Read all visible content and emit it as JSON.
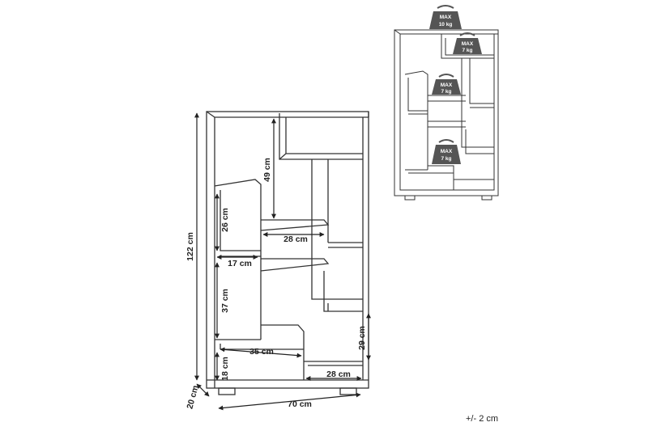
{
  "dimensions": {
    "height": "122 cm",
    "depth": "20 cm",
    "width": "70 cm",
    "top_compartment_height": "49 cm",
    "left_upper_compartment_height": "26 cm",
    "left_upper_compartment_width": "17 cm",
    "middle_shelf_width": "28 cm",
    "left_lower_compartment_height": "37 cm",
    "bottom_left_shelf_width": "35 cm",
    "bottom_left_compartment_height": "18 cm",
    "bottom_right_compartment_height": "29 cm",
    "bottom_right_shelf_width": "28 cm"
  },
  "load_labels": {
    "top": [
      "MAX",
      "10 kg"
    ],
    "shelf_1": [
      "MAX",
      "7 kg"
    ],
    "shelf_2": [
      "MAX",
      "7 kg"
    ],
    "shelf_3": [
      "MAX",
      "7 kg"
    ]
  },
  "tolerance": "+/- 2 cm",
  "colors": {
    "line": "#333333",
    "weight_fill": "#555555",
    "weight_text": "#ffffff"
  }
}
